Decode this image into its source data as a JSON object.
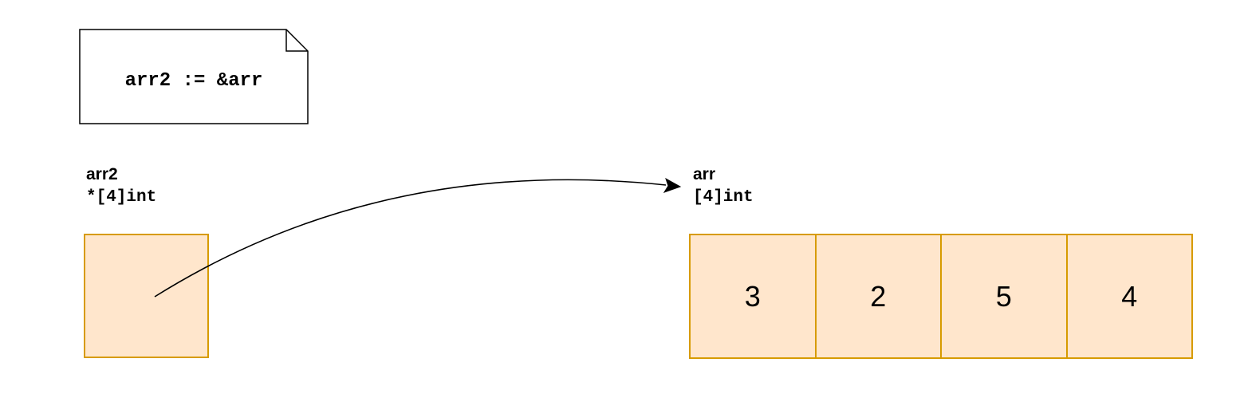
{
  "colors": {
    "box_fill": "#ffe6cc",
    "box_stroke": "#d79b00",
    "text": "#000000",
    "note_stroke": "#000000"
  },
  "note": {
    "code": "arr2 := &arr"
  },
  "pointer_var": {
    "name": "arr2",
    "type": "*[4]int"
  },
  "array_var": {
    "name": "arr",
    "type": "[4]int",
    "values": [
      "3",
      "2",
      "5",
      "4"
    ]
  }
}
